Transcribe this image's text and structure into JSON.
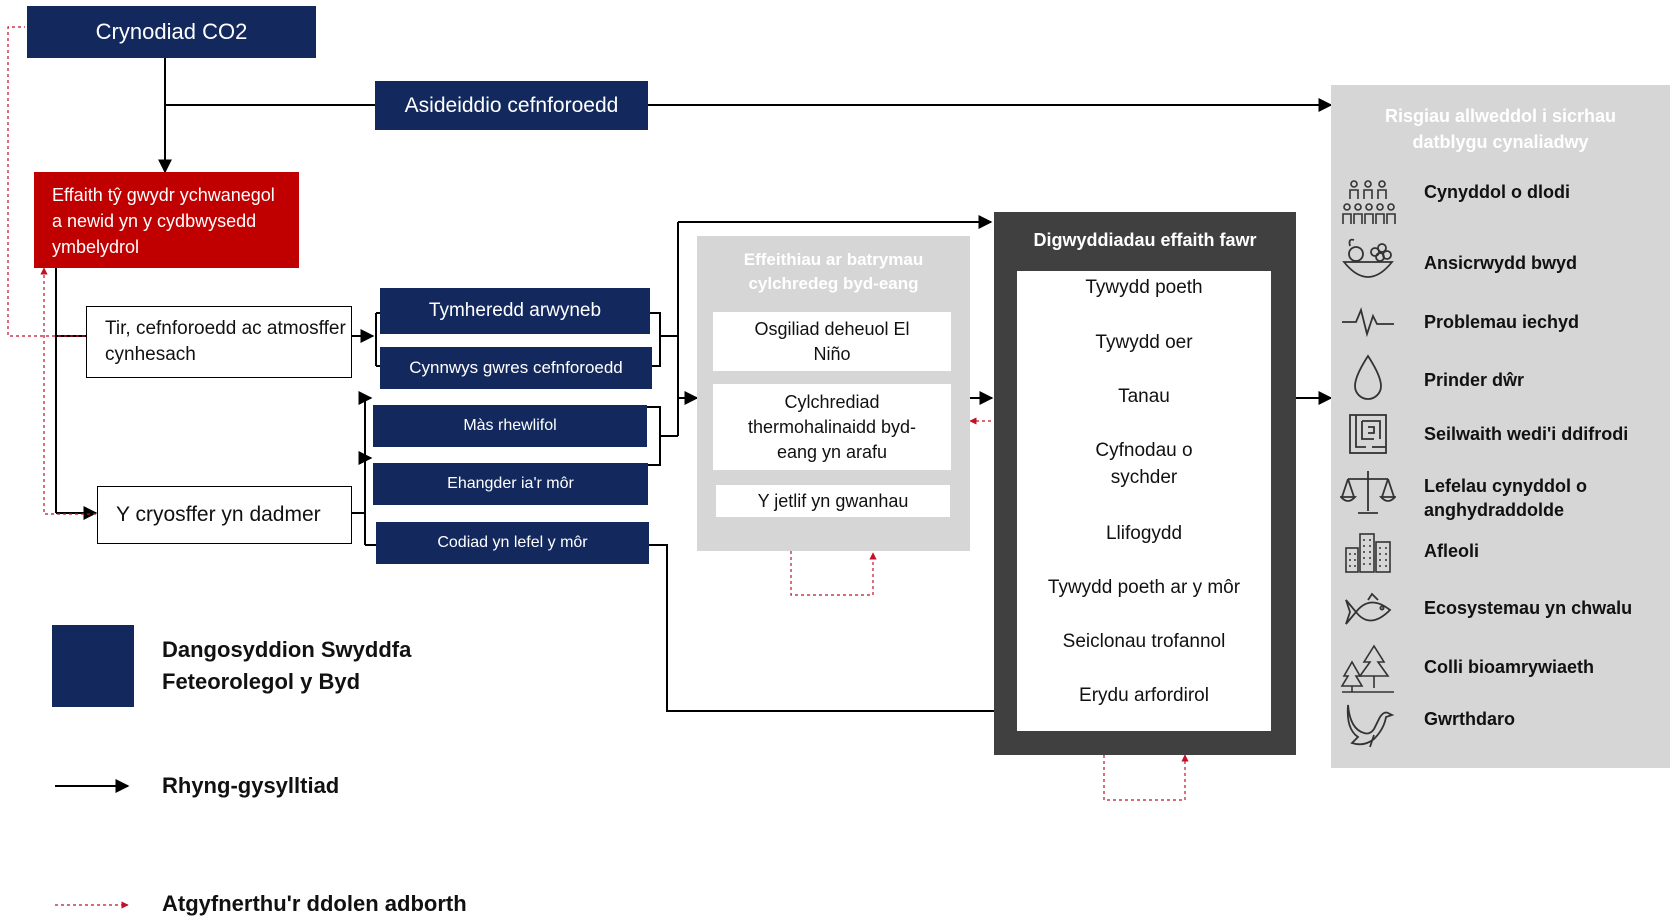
{
  "co2_box": "Crynodiad CO2",
  "acid_box": "Asideiddio cefnforoedd",
  "greenhouse_box": "Effaith tŷ gwydr ychwanegol a newid yn y cydbwysedd ymbelydrol",
  "land_box": "Tir, cefnforoedd ac atmosffer cynhesach",
  "cryo_box": "Y cryosffer yn dadmer",
  "indicators": [
    "Tymheredd arwyneb",
    "Cynnwys gwres cefnforoedd",
    "Màs rhewlifol",
    "Ehangder ia'r môr",
    "Codiad yn lefel y môr"
  ],
  "circulation_panel": {
    "title": "Effeithiau ar batrymau cylchredeg byd-eang",
    "items": [
      "Osgiliad deheuol El Niño",
      "Cylchrediad thermohalinaidd byd-eang yn arafu",
      "Y jetlif yn gwanhau"
    ]
  },
  "events_panel": {
    "title": "Digwyddiadau effaith fawr",
    "items": [
      "Tywydd poeth",
      "Tywydd oer",
      "Tanau",
      "Cyfnodau o sychder",
      "Llifogydd",
      "Tywydd poeth ar y môr",
      "Seiclonau trofannol",
      "Erydu arfordirol"
    ]
  },
  "risks_panel": {
    "title": "Risgiau allweddol i sicrhau datblygu cynaliadwy",
    "items": [
      {
        "label": "Cynyddol o dlodi",
        "icon": "people-group-icon"
      },
      {
        "label": "Ansicrwydd bwyd",
        "icon": "fruit-bowl-icon"
      },
      {
        "label": "Problemau iechyd",
        "icon": "heartbeat-icon"
      },
      {
        "label": "Prinder dŵr",
        "icon": "water-drop-icon"
      },
      {
        "label": "Seilwaith wedi'i ddifrodi",
        "icon": "maze-icon"
      },
      {
        "label": "Lefelau cynyddol o anghydraddolde",
        "icon": "balance-scale-icon"
      },
      {
        "label": "Afleoli",
        "icon": "buildings-icon"
      },
      {
        "label": "Ecosystemau yn chwalu",
        "icon": "fish-icon"
      },
      {
        "label": "Colli bioamrywiaeth",
        "icon": "forest-icon"
      },
      {
        "label": "Gwrthdaro",
        "icon": "dove-icon"
      }
    ]
  },
  "legend": {
    "wmo": "Dangosyddion Swyddfa Feteorolegol y Byd",
    "link": "Rhyng-gysylltiad",
    "feedback": "Atgyfnerthu'r ddolen adborth"
  },
  "colors": {
    "navy": "#13295e",
    "red": "#c00000",
    "grey_panel": "#d6d6d6",
    "dark_panel": "#404040",
    "feedback": "#c0102a"
  }
}
